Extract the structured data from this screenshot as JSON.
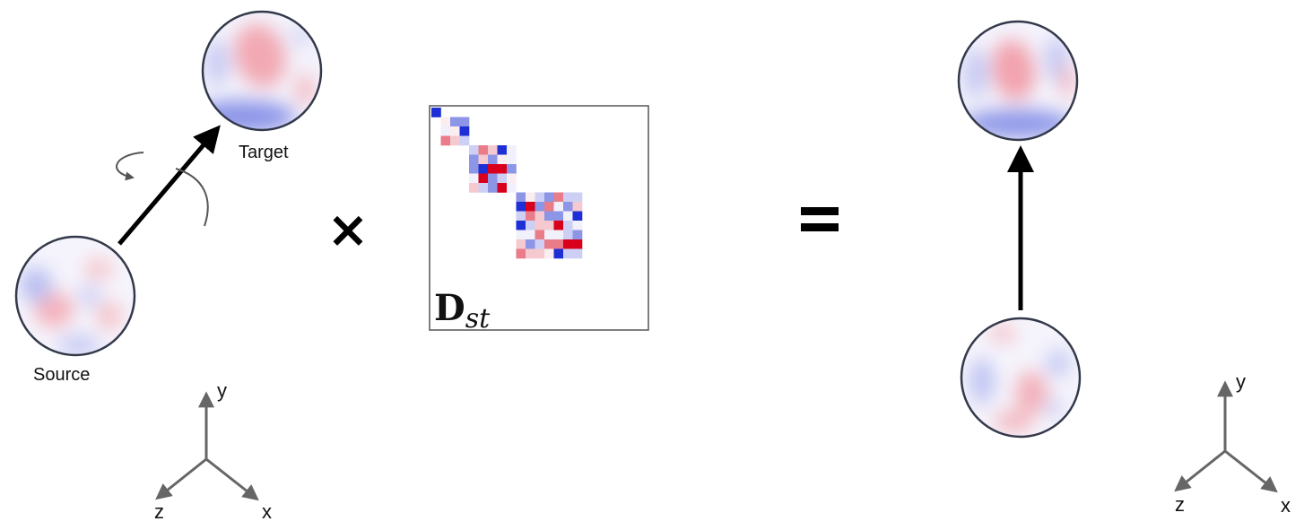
{
  "labels": {
    "target": "Target",
    "source": "Source",
    "operator": "×",
    "equals": "=",
    "matrix_main": "D",
    "matrix_sub": "st"
  },
  "axes": {
    "x": "x",
    "y": "y",
    "z": "z"
  },
  "colors": {
    "positive": "#d9001b",
    "negative": "#1f2fd6",
    "sphere_outline": "#33394a",
    "arrow": "#000000",
    "axis": "#666666",
    "rotation_arrow": "#555555"
  }
}
